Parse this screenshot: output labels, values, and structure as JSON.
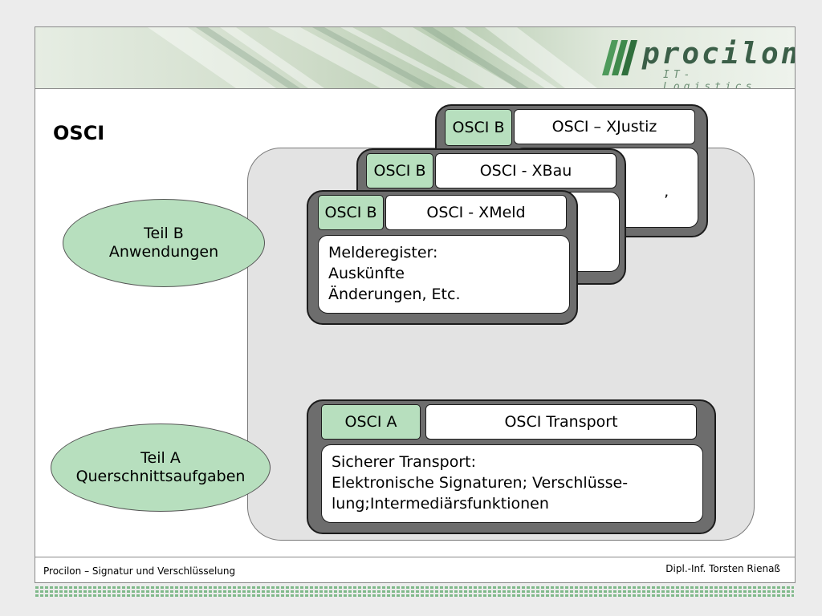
{
  "logo": {
    "name": "procilon",
    "tagline": "IT-Logistics"
  },
  "slide": {
    "title": "OSCI"
  },
  "ellipses": {
    "teil_b": {
      "line1": "Teil B",
      "line2": "Anwendungen"
    },
    "teil_a": {
      "line1": "Teil A",
      "line2": "Querschnittsaufgaben"
    }
  },
  "cards": {
    "xjustiz": {
      "tag": "OSCI B",
      "head": "OSCI – XJustiz",
      "body_partial": "’"
    },
    "xbau": {
      "tag": "OSCI B",
      "head": "OSCI - XBau"
    },
    "xmeld": {
      "tag": "OSCI B",
      "head": "OSCI - XMeld",
      "body": [
        "Melderegister:",
        "Auskünfte",
        "Änderungen, Etc."
      ]
    },
    "transport": {
      "tag": "OSCI A",
      "head": "OSCI Transport",
      "body": [
        "Sicherer Transport:",
        "Elektronische Signaturen; Verschlüsse-",
        "lung;Intermediärsfunktionen"
      ]
    }
  },
  "footer": {
    "left": "Procilon – Signatur und Verschlüsselung",
    "right": "Dipl.-Inf. Torsten Rienaß"
  },
  "colors": {
    "accent_green": "#b7dfbe",
    "card_gray": "#6d6d6d",
    "logo_green": "#3b5f48"
  }
}
